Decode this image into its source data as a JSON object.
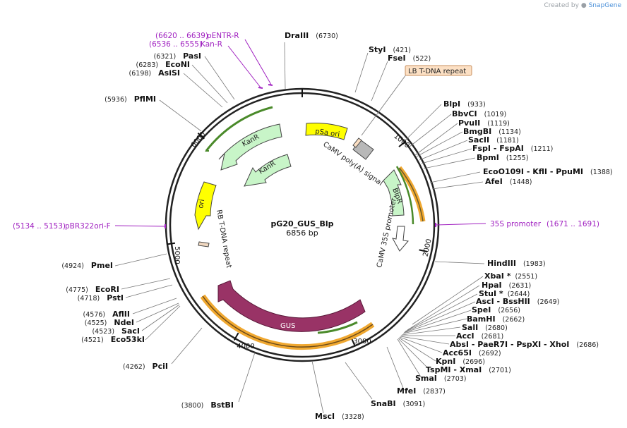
{
  "branding": {
    "prefix": "Created by",
    "brand": "SnapGene"
  },
  "plasmid": {
    "name": "pG20_GUS_Blp",
    "size_label": "6856 bp",
    "length": 6856
  },
  "tick_labels": [
    "1000",
    "2000",
    "3000",
    "4000",
    "5000",
    "6000"
  ],
  "sites": [
    {
      "text": "DraIII",
      "pos": "(6730)",
      "side": "r"
    },
    {
      "text": "StyI",
      "pos": "(421)",
      "side": "r"
    },
    {
      "text": "FseI",
      "pos": "(522)",
      "side": "r"
    },
    {
      "text": "BlpI",
      "pos": "(933)",
      "side": "r"
    },
    {
      "text": "BbvCI",
      "pos": "(1019)",
      "side": "r"
    },
    {
      "text": "PvuII",
      "pos": "(1119)",
      "side": "r"
    },
    {
      "text": "BmgBI",
      "pos": "(1134)",
      "side": "r"
    },
    {
      "text": "SacII",
      "pos": "(1181)",
      "side": "r"
    },
    {
      "text": "FspI - FspAI",
      "pos": "(1211)",
      "side": "r"
    },
    {
      "text": "BpmI",
      "pos": "(1255)",
      "side": "r"
    },
    {
      "text": "EcoO109I - KflI - PpuMI",
      "pos": "(1388)",
      "side": "r"
    },
    {
      "text": "AfeI",
      "pos": "(1448)",
      "side": "r"
    },
    {
      "text": "HindIII",
      "pos": "(1983)",
      "side": "r"
    },
    {
      "text": "XbaI *",
      "pos": "(2551)",
      "side": "r"
    },
    {
      "text": "HpaI",
      "pos": "(2631)",
      "side": "r"
    },
    {
      "text": "StuI *",
      "pos": "(2644)",
      "side": "r"
    },
    {
      "text": "AscI - BssHII",
      "pos": "(2649)",
      "side": "r"
    },
    {
      "text": "SpeI",
      "pos": "(2656)",
      "side": "r"
    },
    {
      "text": "BamHI",
      "pos": "(2662)",
      "side": "r"
    },
    {
      "text": "SalI",
      "pos": "(2680)",
      "side": "r"
    },
    {
      "text": "AccI",
      "pos": "(2681)",
      "side": "r"
    },
    {
      "text": "AbsI - PaeR7I - PspXI - XhoI",
      "pos": "(2686)",
      "side": "r"
    },
    {
      "text": "Acc65I",
      "pos": "(2692)",
      "side": "r"
    },
    {
      "text": "KpnI",
      "pos": "(2696)",
      "side": "r"
    },
    {
      "text": "TspMI - XmaI",
      "pos": "(2701)",
      "side": "r"
    },
    {
      "text": "SmaI",
      "pos": "(2703)",
      "side": "r"
    },
    {
      "text": "MfeI",
      "pos": "(2837)",
      "side": "r"
    },
    {
      "text": "SnaBI",
      "pos": "(3091)",
      "side": "r"
    },
    {
      "text": "MscI",
      "pos": "(3328)",
      "side": "r"
    },
    {
      "text": "BstBI",
      "pos": "(3800)",
      "side": "l"
    },
    {
      "text": "PciI",
      "pos": "(4262)",
      "side": "l"
    },
    {
      "text": "Eco53kI",
      "pos": "(4521)",
      "side": "l"
    },
    {
      "text": "SacI",
      "pos": "(4523)",
      "side": "l"
    },
    {
      "text": "NdeI",
      "pos": "(4525)",
      "side": "l"
    },
    {
      "text": "AflII",
      "pos": "(4576)",
      "side": "l"
    },
    {
      "text": "PstI",
      "pos": "(4718)",
      "side": "l"
    },
    {
      "text": "EcoRI",
      "pos": "(4775)",
      "side": "l"
    },
    {
      "text": "PmeI",
      "pos": "(4924)",
      "side": "l"
    },
    {
      "text": "PflMI",
      "pos": "(5936)",
      "side": "l"
    },
    {
      "text": "AsiSI",
      "pos": "(6198)",
      "side": "l"
    },
    {
      "text": "EcoNI",
      "pos": "(6283)",
      "side": "l"
    },
    {
      "text": "PasI",
      "pos": "(6321)",
      "side": "l"
    }
  ],
  "primers": [
    {
      "text": "pENTR-R",
      "pos": "(6620 .. 6639)"
    },
    {
      "text": "Kan-R",
      "pos": "(6536 .. 6555)"
    },
    {
      "text": "pBR322ori-F",
      "pos": "(5134 .. 5153)"
    },
    {
      "text": "35S promoter",
      "pos": "(1671 .. 1691)"
    }
  ],
  "features": {
    "lb_repeat": "LB T-DNA repeat",
    "psa_ori": "pSa ori",
    "polya": "CaMV poly(A) signal",
    "blpr": "BlpR",
    "promoter_35s": "CaMV 35S promoter",
    "kanr_outer": "KanR",
    "kanr_inner": "KanR",
    "ori": "ori",
    "rb_repeat": "RB T-DNA repeat",
    "gus": "GUS"
  },
  "colors": {
    "backbone": "#222222",
    "kanr": "#c8f5c8",
    "psa_ori": "#ffff00",
    "ori": "#ffff00",
    "gus": "#993366",
    "blpr": "#c8f5c8",
    "promoter": "#ffffff",
    "lb_repeat_fill": "#fce0c4",
    "rb_repeat_fill": "#f0d8c0",
    "polya": "#b8b8b8",
    "orf_orange": "#f0a830",
    "orf_green": "#4a8a2a",
    "primer": "#a020c0"
  }
}
